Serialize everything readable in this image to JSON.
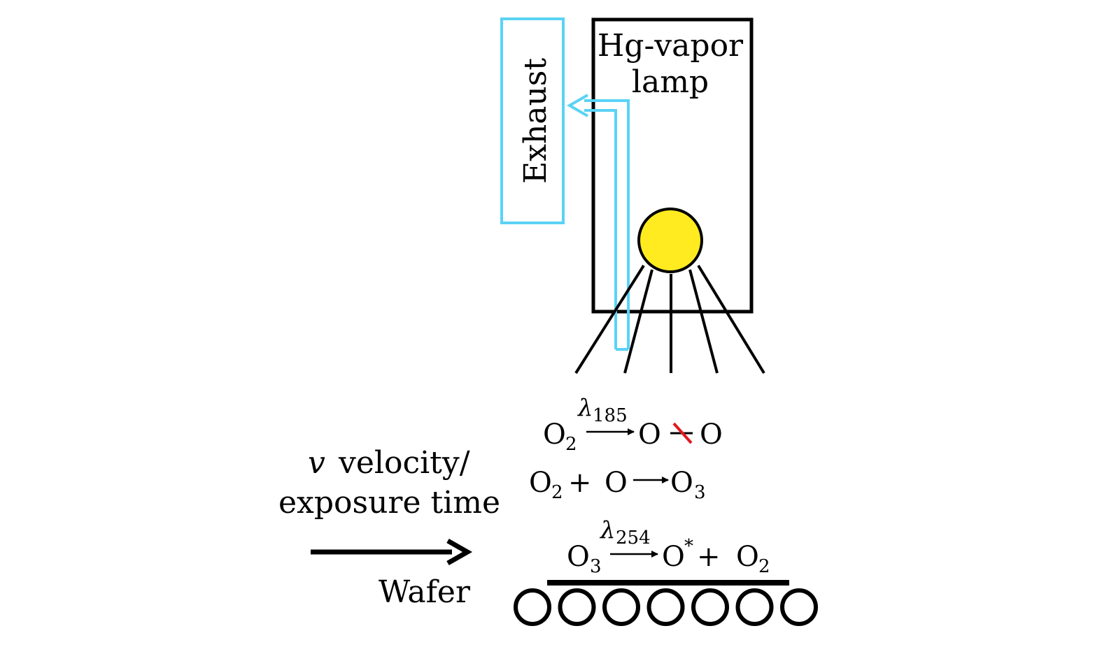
{
  "diagram": {
    "exhaust_label": "Exhaust",
    "lamp_label_line1": "Hg-vapor",
    "lamp_label_line2": "lamp",
    "velocity_var": "v",
    "velocity_label_rest": "velocity/",
    "exposure_label": "exposure time",
    "wafer_label": "Wafer",
    "reaction1": {
      "reactant": "O",
      "reactant_sub": "2",
      "catalyst": "λ",
      "catalyst_sub": "185",
      "product_left": "O",
      "product_right": "O"
    },
    "reaction2": {
      "r1": "O",
      "r1_sub": "2",
      "plus": "+",
      "r2": "O",
      "product": "O",
      "product_sub": "3"
    },
    "reaction3": {
      "reactant": "O",
      "reactant_sub": "3",
      "catalyst": "λ",
      "catalyst_sub": "254",
      "product1": "O",
      "product1_sup": "*",
      "plus": "+",
      "product2": "O",
      "product2_sub": "2"
    },
    "roller_count": 7,
    "colors": {
      "exhaust": "#5ad3f5",
      "lamp_bulb": "#ffeb1f",
      "break_mark": "#e0191f",
      "lines": "#000000"
    }
  }
}
